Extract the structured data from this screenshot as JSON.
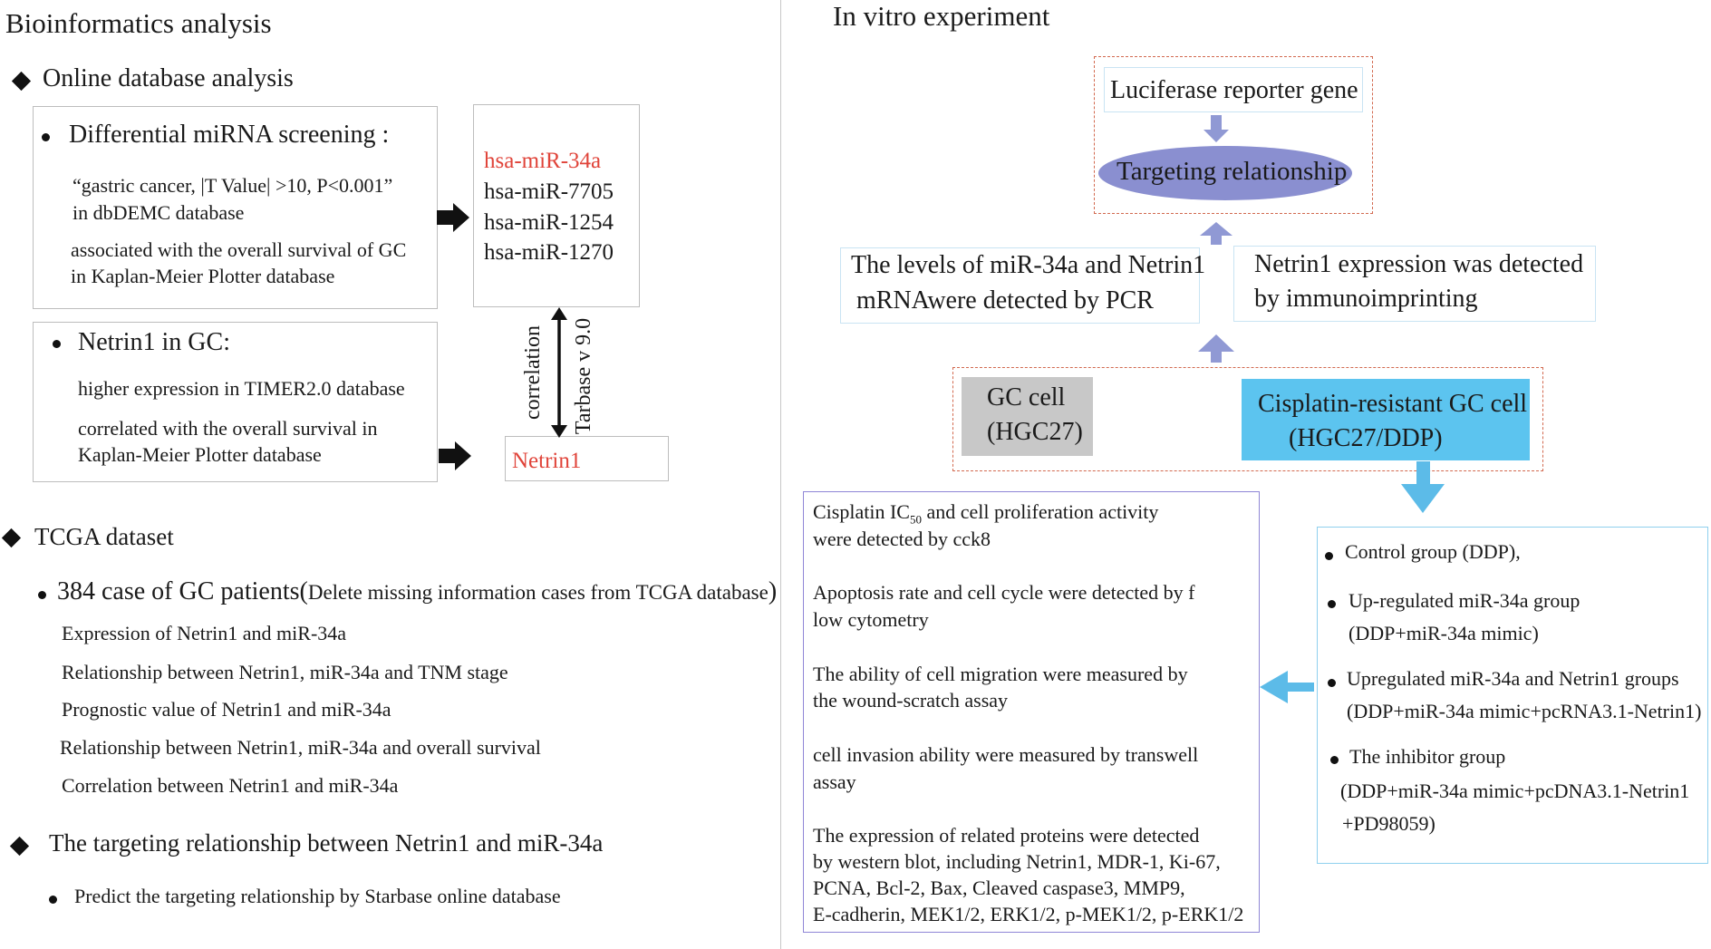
{
  "left": {
    "title": "Bioinformatics analysis",
    "online": {
      "heading": "Online database analysis",
      "mirna_box": {
        "heading": "Differential miRNA screening :",
        "line1": "“gastric cancer, |T Value| >10, P<0.001”",
        "line2": "in dbDEMC database",
        "line3": "associated with the overall survival of GC",
        "line4": "in Kaplan-Meier Plotter database"
      },
      "mirna_list": [
        "hsa-miR-34a",
        "hsa-miR-7705",
        "hsa-miR-1254",
        "hsa-miR-1270"
      ],
      "netrin_box": {
        "heading": "Netrin1 in GC:",
        "line1": "higher expression in TIMER2.0 database",
        "line2": "correlated with the overall survival in",
        "line3": "Kaplan-Meier Plotter database"
      },
      "correlation_label": "correlation",
      "tarbase_label": "Tarbase v 9.0",
      "netrin_result": "Netrin1"
    },
    "tcga": {
      "heading": "TCGA dataset",
      "bullet_main": "384 case of GC patients(",
      "bullet_note": "Delete missing information cases from TCGA database",
      "bullet_close": ")",
      "items": [
        "Expression of Netrin1 and miR-34a",
        "Relationship between Netrin1, miR-34a and TNM stage",
        "Prognostic value of Netrin1 and miR-34a",
        "Relationship between Netrin1, miR-34a and overall survival",
        "Correlation between Netrin1 and miR-34a"
      ]
    },
    "targeting": {
      "heading": "The targeting relationship between Netrin1 and miR-34a",
      "bullet": "Predict the targeting relationship by Starbase online database"
    }
  },
  "right": {
    "title": "In vitro experiment",
    "luciferase": "Luciferase reporter gene",
    "targeting_relationship": "Targeting relationship",
    "pcr": {
      "line1": "The levels of miR-34a and Netrin1",
      "line2": "mRNAwere detected by PCR"
    },
    "immuno": {
      "line1": "Netrin1 expression was detected",
      "line2": "by immunoimprinting"
    },
    "gc_cell": {
      "line1": "GC cell",
      "line2": "(HGC27)"
    },
    "resistant_cell": {
      "line1": "Cisplatin-resistant GC cell",
      "line2": "(HGC27/DDP)"
    },
    "groups": [
      {
        "line1": "Control group (DDP),",
        "line2": ""
      },
      {
        "line1": "Up-regulated miR-34a group",
        "line2": "(DDP+miR-34a mimic)"
      },
      {
        "line1": "Upregulated miR-34a and Netrin1 groups",
        "line2": "(DDP+miR-34a mimic+pcRNA3.1-Netrin1)"
      },
      {
        "line1": "The inhibitor group",
        "line2": "(DDP+miR-34a mimic+pcDNA3.1-Netrin1",
        "line3": "+PD98059)"
      }
    ],
    "assays": {
      "a1_pre": "Cisplatin IC",
      "a1_sub": "50",
      "a1_post": " and cell proliferation activity",
      "a1_line2": "were detected by cck8",
      "a2_line1": "Apoptosis rate and cell cycle were detected by f",
      "a2_line2": "low cytometry",
      "a3_line1": "The ability of cell migration were measured by",
      "a3_line2": "the wound-scratch assay",
      "a4_line1": "cell invasion ability were measured by transwell",
      "a4_line2": "assay",
      "a5_line1": "The expression of related proteins were detected",
      "a5_line2": "by western blot, including Netrin1, MDR-1, Ki-67,",
      "a5_line3": "PCNA, Bcl-2, Bax, Cleaved caspase3, MMP9,",
      "a5_line4": "E-cadherin, MEK1/2, ERK1/2, p-MEK1/2, p-ERK1/2"
    }
  },
  "colors": {
    "red_text": "#e0443a",
    "ellipse": "#8a8fd0",
    "arrow_purple": "#9099d4",
    "arrow_blue": "#5cbbe8",
    "resistant_fill": "#5cc4ef",
    "gc_fill": "#c8c8c8"
  }
}
